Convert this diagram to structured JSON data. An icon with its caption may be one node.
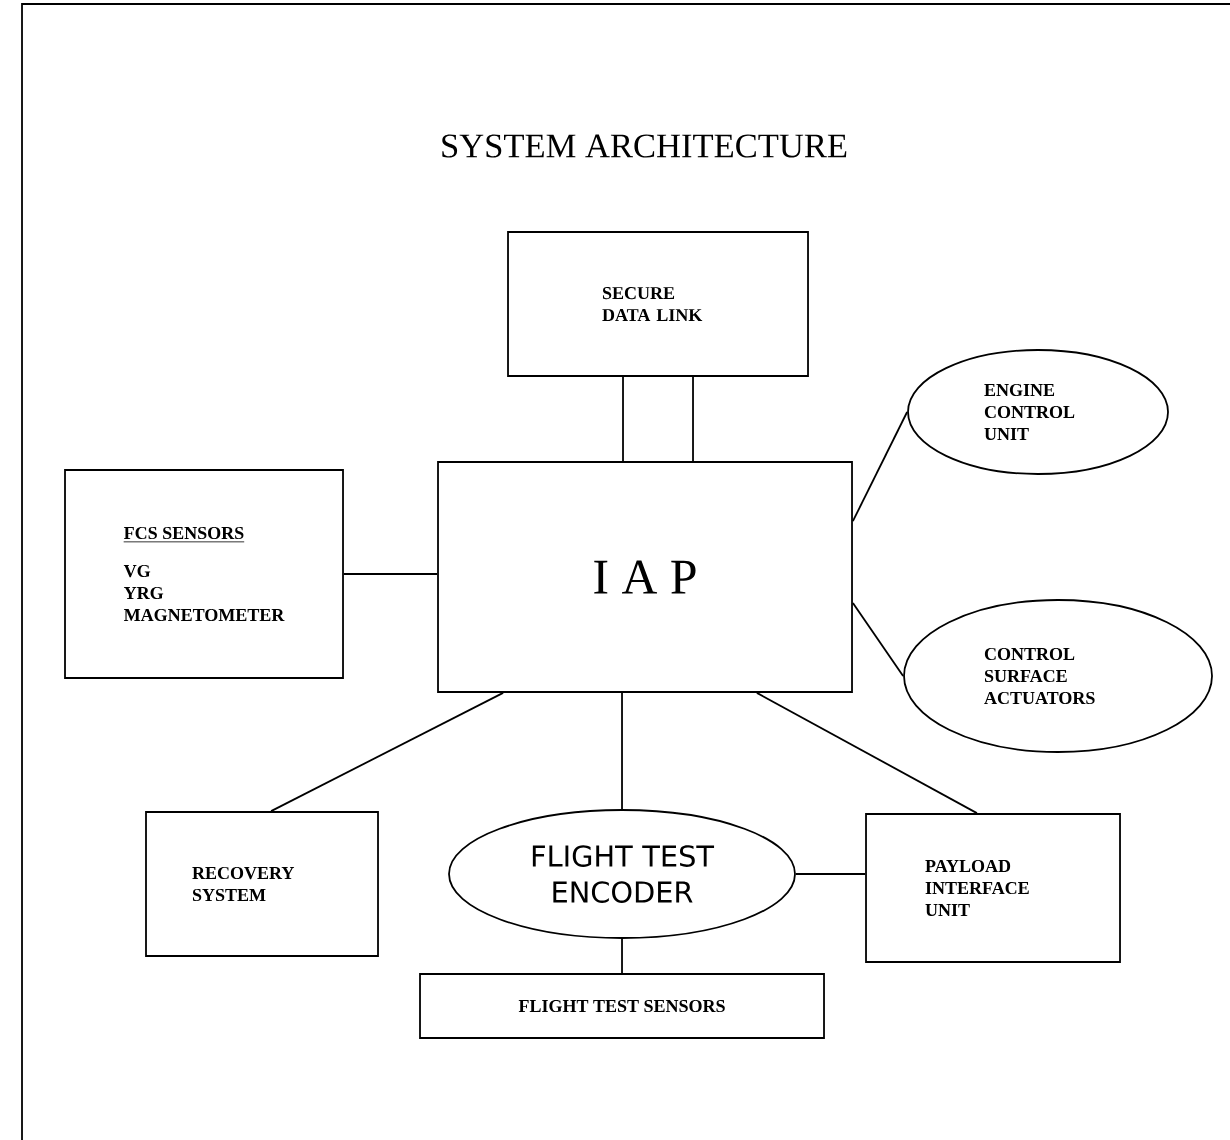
{
  "diagram": {
    "title": "SYSTEM ARCHITECTURE",
    "nodes": [
      {
        "text": [
          "SECURE DATA LINK"
        ]
      },
      {
        "text": [
          "ENGINE CONTROL UNIT"
        ]
      },
      {
        "text": [
          "FCS SENSORS",
          "VG",
          "YRG",
          "MAGNETOMETER"
        ]
      },
      {
        "text": [
          "I A P"
        ]
      },
      {
        "text": [
          "CONTROL SURFACE ACTUATORS"
        ]
      },
      {
        "text": [
          "RECOVERY SYSTEM"
        ]
      },
      {
        "text": [
          "FLIGHT TEST ENCODER"
        ]
      },
      {
        "text": [
          "PAYLOAD INTERFACE UNIT"
        ]
      },
      {
        "text": [
          "FLIGHT TEST SENSORS"
        ]
      }
    ],
    "edges": [
      {
        "from": 0,
        "to": 3,
        "arrow": "none"
      },
      {
        "from": 0,
        "to": 3,
        "arrow": "none"
      },
      {
        "from": 3,
        "to": 1,
        "arrow": "none"
      },
      {
        "from": 3,
        "to": 4,
        "arrow": "none"
      },
      {
        "from": 2,
        "to": 3,
        "arrow": "none"
      },
      {
        "from": 3,
        "to": 5,
        "arrow": "none"
      },
      {
        "from": 3,
        "to": 6,
        "arrow": "none"
      },
      {
        "from": 3,
        "to": 7,
        "arrow": "none"
      },
      {
        "from": 6,
        "to": 7,
        "arrow": "none"
      },
      {
        "from": 6,
        "to": 8,
        "arrow": "none"
      }
    ]
  }
}
